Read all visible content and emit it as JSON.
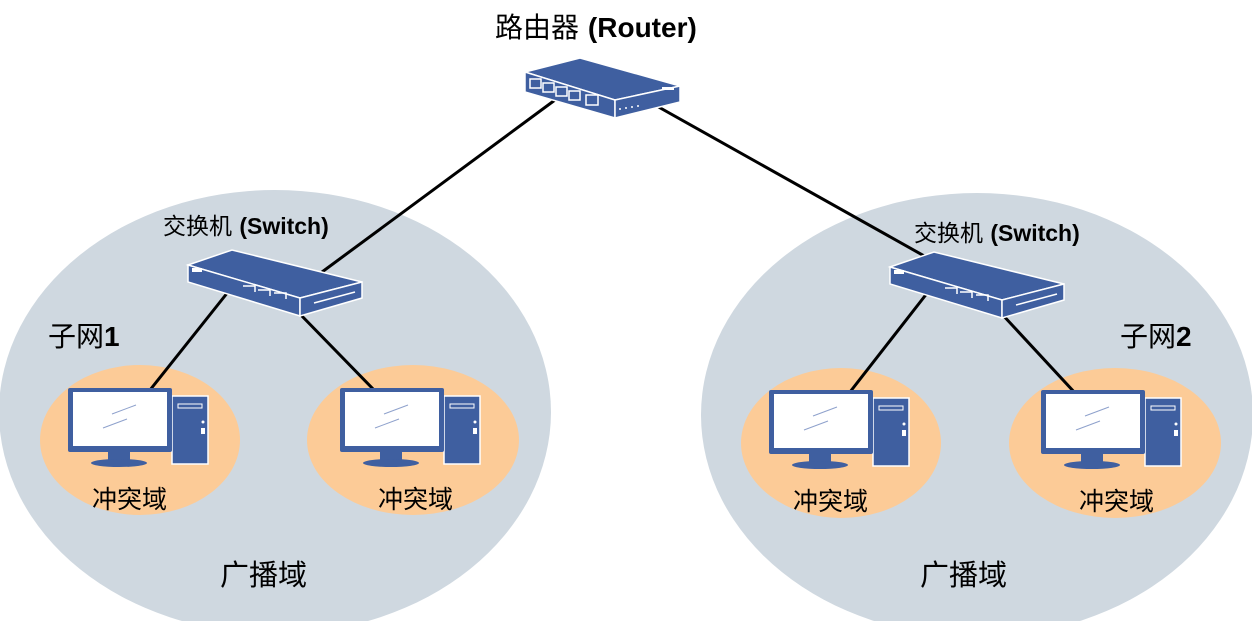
{
  "router": {
    "name": "路由器",
    "en": "(Router)"
  },
  "subnets": [
    {
      "label": "子网",
      "num": "1",
      "switch_name": "交换机",
      "switch_en": "(Switch)",
      "broadcast": "广播域",
      "collision": [
        "冲突域",
        "冲突域"
      ]
    },
    {
      "label": "子网",
      "num": "2",
      "switch_name": "交换机",
      "switch_en": "(Switch)",
      "broadcast": "广播域",
      "collision": [
        "冲突域",
        "冲突域"
      ]
    }
  ],
  "colors": {
    "broadcast_fill": "#cfd8e0",
    "collision_fill": "#fccb97",
    "device": "#3f5fa0",
    "link": "#000000"
  }
}
